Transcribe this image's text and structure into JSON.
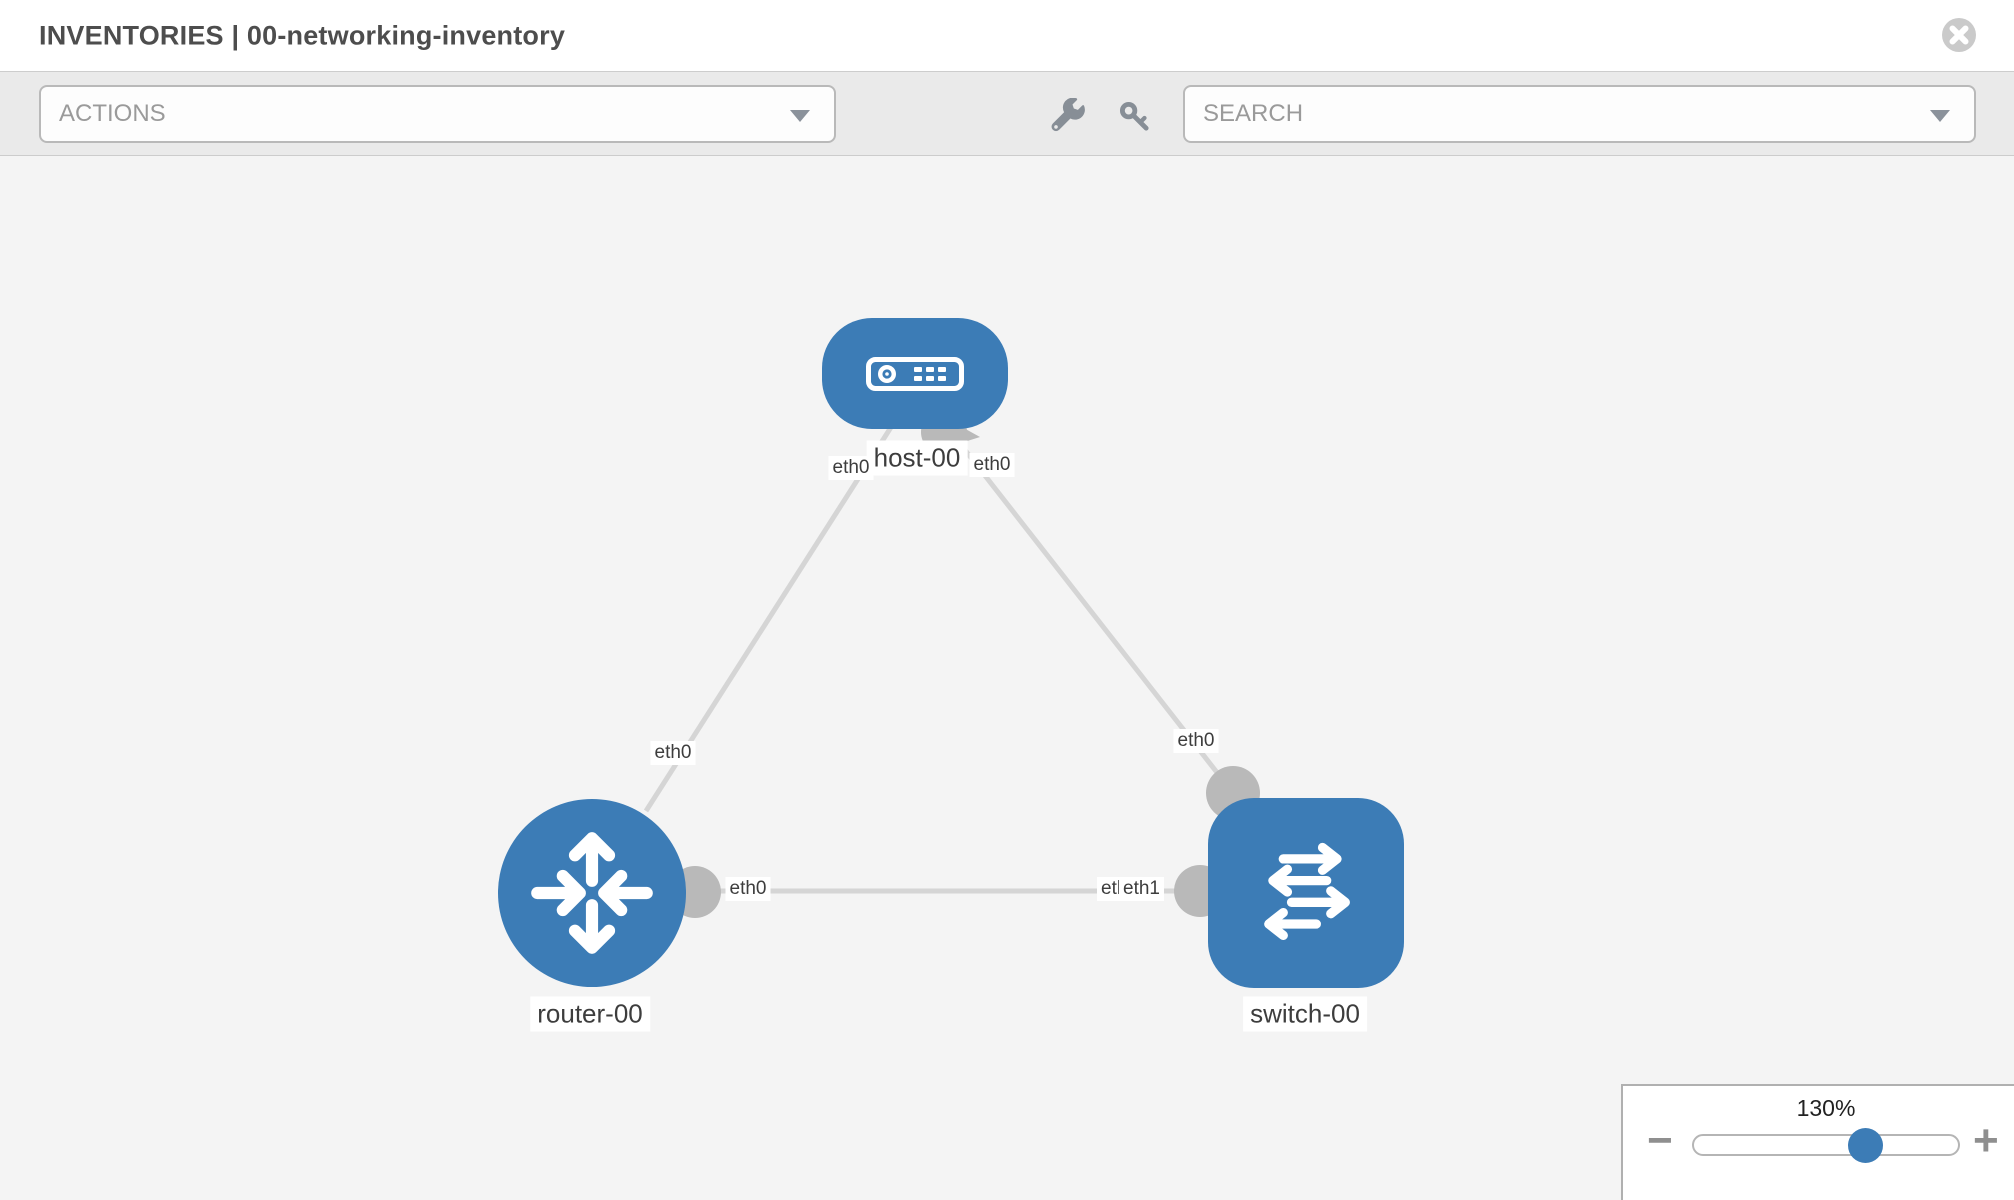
{
  "header": {
    "title": "INVENTORIES | 00-networking-inventory"
  },
  "toolbar": {
    "actions": {
      "label": "ACTIONS"
    },
    "search": {
      "label": "SEARCH"
    },
    "icons": [
      "wrench-icon",
      "key-icon"
    ]
  },
  "topology": {
    "nodes": [
      {
        "id": "host-00",
        "type": "host",
        "label": "host-00"
      },
      {
        "id": "router-00",
        "type": "router",
        "label": "router-00"
      },
      {
        "id": "switch-00",
        "type": "switch",
        "label": "switch-00"
      }
    ],
    "links": [
      {
        "source": "host-00",
        "target": "router-00",
        "source_interface": "eth0",
        "target_interface": "eth0"
      },
      {
        "source": "host-00",
        "target": "switch-00",
        "source_interface": "eth0",
        "target_interface": "eth0"
      },
      {
        "source": "router-00",
        "target": "switch-00",
        "source_interface": "eth0",
        "target_interface": "eth1"
      }
    ],
    "port_labels": [
      {
        "text": "eth0"
      },
      {
        "text": "eth0"
      },
      {
        "text": "eth0"
      },
      {
        "text": "eth0"
      },
      {
        "text": "eth0"
      },
      {
        "text": "eth0"
      },
      {
        "text": "eth1"
      }
    ]
  },
  "zoom_control": {
    "level": "130%",
    "minus_label": "−",
    "plus_label": "+"
  },
  "colors": {
    "node_blue": "#3c7cb6",
    "link_gray": "#d5d5d5",
    "port_gray": "#b9b9b9",
    "title_text": "#4d4d4d"
  }
}
